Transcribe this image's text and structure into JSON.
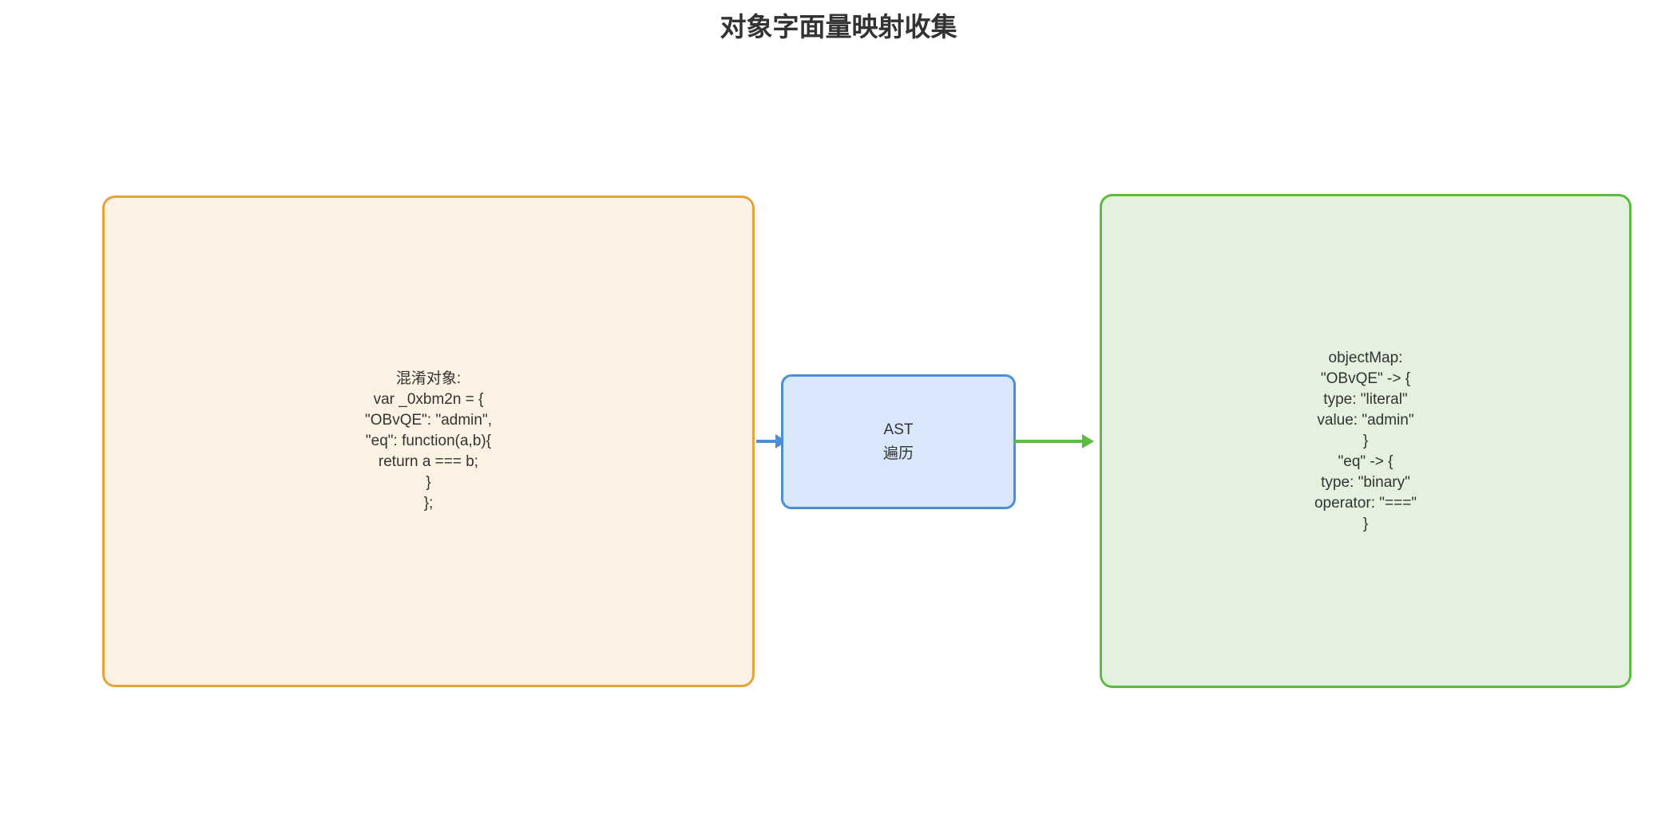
{
  "title": "对象字面量映射收集",
  "text_color": "#333333",
  "background_color": "#FFFFFF",
  "nodes": {
    "source": {
      "border_color": "#E9A23B",
      "fill_color": "#FCF2E4",
      "lines": [
        "混淆对象:",
        "var _0xbm2n = {",
        "\"OBvQE\": \"admin\",",
        "\"eq\": function(a,b){",
        "return a === b;",
        "}",
        "};"
      ]
    },
    "process": {
      "border_color": "#4D8FD6",
      "fill_color": "#D8E8FA",
      "lines": [
        "AST",
        "遍历"
      ]
    },
    "result": {
      "border_color": "#5CBE41",
      "fill_color": "#E4F1DE",
      "lines": [
        "objectMap:",
        "\"OBvQE\" -> {",
        "type: \"literal\"",
        "value: \"admin\"",
        "}",
        "\"eq\" -> {",
        "type: \"binary\"",
        "operator: \"===\"",
        "}"
      ]
    }
  },
  "arrows": [
    {
      "name": "source-to-process",
      "color": "#4D8FD6"
    },
    {
      "name": "process-to-result",
      "color": "#5CBE41"
    }
  ]
}
